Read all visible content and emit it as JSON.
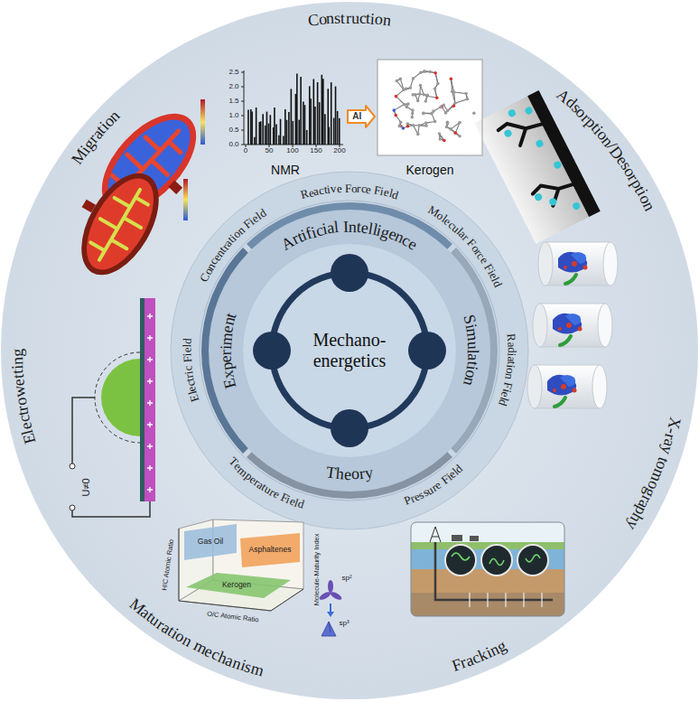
{
  "diagram": {
    "nodes": [
      {
        "text": [
          "NMR"
        ]
      },
      {
        "text": [
          "Kerogen"
        ]
      },
      {
        "text": [
          "Mechano-energetics"
        ]
      },
      {
        "text": [
          "Artificial Intelligence"
        ],
        "in": 2
      },
      {
        "text": [
          "Experiment"
        ],
        "in": 2
      },
      {
        "text": [
          "Simulation"
        ],
        "in": 2
      },
      {
        "text": [
          "Theory"
        ],
        "in": 2
      }
    ],
    "edges": [
      {
        "from": 0,
        "to": 1,
        "label": "AI",
        "arrow": "to"
      }
    ],
    "labels": [
      "Construction",
      "2.5",
      "2.0",
      "1.5",
      "1.0",
      "0.5",
      "0.0",
      "0",
      "50",
      "100",
      "150",
      "200",
      "Reactive Force Field",
      "Adsorption/Desorption",
      "Molecular Force Field",
      "Migration",
      "Concentration Field",
      "Radiation Field",
      "X-ray tomography",
      "Electric Field",
      "Electrowetting",
      "U≠0",
      "Pressure Field",
      "Temperature Field",
      "Gas Oil",
      "Asphaltenes",
      "Kerogen",
      "H/C Atomic Ratio",
      "O/C Atomic Ratio",
      "Molecule-Maturity Index",
      "sp²",
      "sp³",
      "Fracking",
      "Maturation mechanism"
    ]
  }
}
